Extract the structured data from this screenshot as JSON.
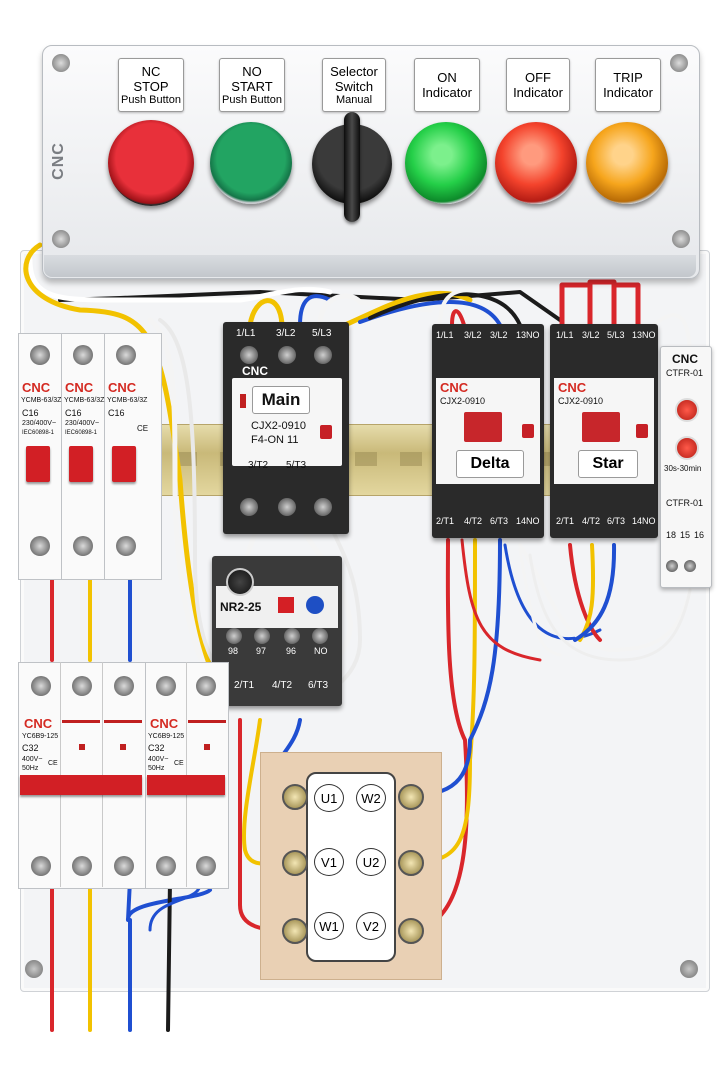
{
  "colors": {
    "red": "#d9262b",
    "yellow": "#f2c200",
    "blue": "#1f4fd1",
    "black": "#1b1b1b",
    "white_wire": "#f4f4f4",
    "panel": "#e9ebee",
    "cnc_red": "#d42a22",
    "din_rail": "#d8c98a",
    "terminal_board": "#e9d0b4"
  },
  "control_box": {
    "brand": "CNC",
    "labels": [
      {
        "line1": "NC",
        "line2": "STOP",
        "line3": "Push Button"
      },
      {
        "line1": "NO",
        "line2": "START",
        "line3": "Push Button"
      },
      {
        "line1": "Selector",
        "line2": "Switch",
        "line3": "Manual"
      },
      {
        "line1": "ON",
        "line2": "Indicator",
        "line3": ""
      },
      {
        "line1": "OFF",
        "line2": "Indicator",
        "line3": ""
      },
      {
        "line1": "TRIP",
        "line2": "Indicator",
        "line3": ""
      }
    ],
    "devices": [
      {
        "name": "stop-push-button",
        "color": "#d21f25"
      },
      {
        "name": "start-push-button",
        "color": "#1f9a5b"
      },
      {
        "name": "selector-switch",
        "color": "#1c1c1c"
      },
      {
        "name": "on-indicator",
        "color": "#22c43f"
      },
      {
        "name": "off-indicator",
        "color": "#f2462e"
      },
      {
        "name": "trip-indicator",
        "color": "#f3a31b"
      }
    ]
  },
  "mcb_top": {
    "units": [
      {
        "brand": "CNC",
        "model": "YCMB-63/3Z",
        "rating": "C16",
        "spec": "230/400V~",
        "std": "IEC60898-1"
      },
      {
        "brand": "CNC",
        "model": "YCMB-63/3Z",
        "rating": "C16",
        "spec": "230/400V~",
        "std": "IEC60898-1"
      },
      {
        "brand": "CNC",
        "model": "YCMB-63/3Z",
        "rating": "C16",
        "spec": "",
        "std": "CE"
      }
    ]
  },
  "mcb_bottom": {
    "units": [
      {
        "brand": "CNC",
        "model": "YC6B9-125",
        "rating": "C32",
        "spec": "400V~",
        "freq": "50Hz",
        "mark": "CE"
      },
      {
        "brand": "CNC",
        "model": "YC6B9-125",
        "rating": "C32",
        "spec": "400V~",
        "freq": "50Hz",
        "mark": "CE"
      }
    ]
  },
  "main_contactor": {
    "brand": "CNC",
    "name": "Main",
    "model": "CJX2-0910",
    "aux": "F4-ON 11",
    "top_terminals": [
      "1/L1",
      "3/L2",
      "5/L3"
    ],
    "bottom_terminals": [
      "3/T2",
      "5/T3"
    ]
  },
  "overload_relay": {
    "model": "NR2-25",
    "terminals": [
      "98",
      "97",
      "96",
      "NO"
    ],
    "bottom_terminals": [
      "2/T1",
      "4/T2",
      "6/T3"
    ]
  },
  "delta_contactor": {
    "brand": "CNC",
    "name": "Delta",
    "model": "CJX2-0910",
    "top_terminals": [
      "1/L1",
      "3/L2",
      "3/L2",
      "13NO"
    ],
    "bottom_terminals": [
      "2/T1",
      "4/T2",
      "6/T3",
      "14NO"
    ]
  },
  "star_contactor": {
    "brand": "CNC",
    "name": "Star",
    "model": "CJX2-0910",
    "top_terminals": [
      "1/L1",
      "3/L2",
      "5/L3",
      "13NO"
    ],
    "bottom_terminals": [
      "2/T1",
      "4/T2",
      "6/T3",
      "14NO"
    ]
  },
  "timer": {
    "brand": "CNC",
    "model": "CTFR-01",
    "range": "30s-30min",
    "model_bottom": "CTFR-01",
    "terminals": [
      "18",
      "15",
      "16"
    ]
  },
  "motor_terminal_block": {
    "labels": [
      {
        "left": "U1",
        "right": "W2"
      },
      {
        "left": "V1",
        "right": "U2"
      },
      {
        "left": "W1",
        "right": "V2"
      }
    ]
  }
}
